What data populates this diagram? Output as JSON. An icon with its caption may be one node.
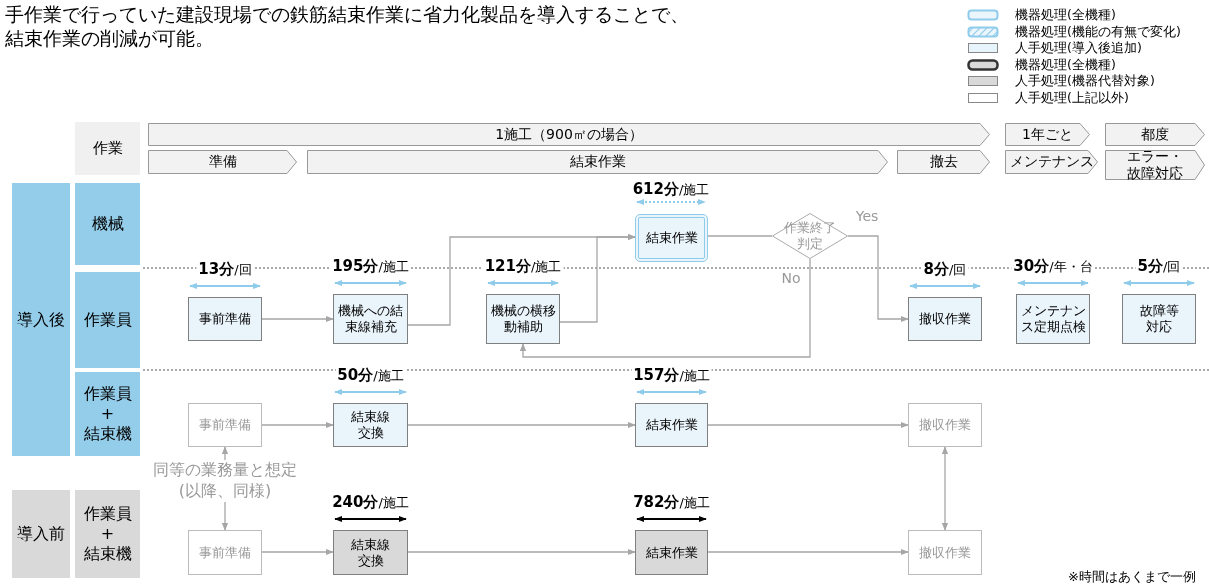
{
  "diagram": {
    "title": "手作業で行っていた建設現場での鉄筋結束作業に省力化製品を導入することで、結束作業の削減が可能。",
    "nodes": [
      {
        "text": [
          "作業"
        ]
      },
      {
        "text": [
          "1施工（900㎡の場合）"
        ]
      },
      {
        "text": [
          "1年ごと"
        ]
      },
      {
        "text": [
          "都度"
        ]
      },
      {
        "text": [
          "準備"
        ]
      },
      {
        "text": [
          "結束作業"
        ]
      },
      {
        "text": [
          "撤去"
        ]
      },
      {
        "text": [
          "メンテナンス"
        ]
      },
      {
        "text": [
          "エラー・故障対応"
        ]
      },
      {
        "text": [
          "導入後"
        ]
      },
      {
        "text": [
          "機械"
        ]
      },
      {
        "text": [
          "結束作業"
        ]
      },
      {
        "text": [
          "作業終了判定"
        ]
      },
      {
        "text": [
          "作業員"
        ]
      },
      {
        "text": [
          "事前準備"
        ],
        "beside": [
          "**13分**/回"
        ]
      },
      {
        "text": [
          "機械への結束線補充"
        ],
        "beside": [
          "**195分**/施工"
        ]
      },
      {
        "text": [
          "機械の横移動補助"
        ],
        "beside": [
          "**121分**/施工"
        ]
      },
      {
        "text": [
          "撤収作業"
        ],
        "beside": [
          "**8分**/回"
        ]
      },
      {
        "text": [
          "メンテナンス定期点検"
        ],
        "beside": [
          "**30分**/年・台"
        ]
      },
      {
        "text": [
          "故障等対応"
        ],
        "beside": [
          "**5分**/回"
        ]
      },
      {
        "text": [
          "作業員 + 結束機"
        ]
      },
      {
        "text": [
          "事前準備"
        ]
      },
      {
        "text": [
          "結束線交換"
        ],
        "beside": [
          "**50分**/施工"
        ]
      },
      {
        "text": [
          "結束作業"
        ],
        "beside": [
          "**157分**/施工"
        ]
      },
      {
        "text": [
          "撤収作業"
        ]
      },
      {
        "text": [
          "導入前"
        ]
      },
      {
        "text": [
          "作業員 + 結束機"
        ]
      },
      {
        "text": [
          "事前準備"
        ]
      },
      {
        "text": [
          "結束線交換"
        ],
        "beside": [
          "**240分**/施工"
        ]
      },
      {
        "text": [
          "結束作業"
        ],
        "beside": [
          "**782分**/施工"
        ]
      },
      {
        "text": [
          "撤収作業"
        ]
      }
    ],
    "edges": [
      {
        "from": 14,
        "to": 15,
        "arrow": "to"
      },
      {
        "from": 15,
        "to": 11,
        "arrow": "to"
      },
      {
        "from": 16,
        "to": 11,
        "arrow": "to"
      },
      {
        "from": 11,
        "to": 12,
        "arrow": "none"
      },
      {
        "from": 12,
        "to": 17,
        "arrow": "to",
        "label": "Yes"
      },
      {
        "from": 12,
        "to": 16,
        "arrow": "to",
        "label": "No"
      },
      {
        "from": 21,
        "to": 22,
        "arrow": "to"
      },
      {
        "from": 22,
        "to": 23,
        "arrow": "to"
      },
      {
        "from": 23,
        "to": 24,
        "arrow": "to"
      },
      {
        "from": 27,
        "to": 28,
        "arrow": "to"
      },
      {
        "from": 28,
        "to": 29,
        "arrow": "to"
      },
      {
        "from": 29,
        "to": 30,
        "arrow": "to"
      },
      {
        "from": 21,
        "to": 27,
        "arrow": "both",
        "label": "同等の業務量と想定 (以降、同様)"
      },
      {
        "from": 24,
        "to": 30,
        "arrow": "both"
      }
    ],
    "labels": [
      "**612分**/施工",
      "※時間はあくまで一例"
    ],
    "legend": [
      {
        "text": "機器処理(全機種)"
      },
      {
        "text": "機器処理(機能の有無で変化)"
      },
      {
        "text": "人手処理(導入後追加)"
      },
      {
        "text": "機器処理(全機種)"
      },
      {
        "text": "人手処理(機器代替対象)"
      },
      {
        "text": "人手処理(上記以外)"
      }
    ]
  }
}
